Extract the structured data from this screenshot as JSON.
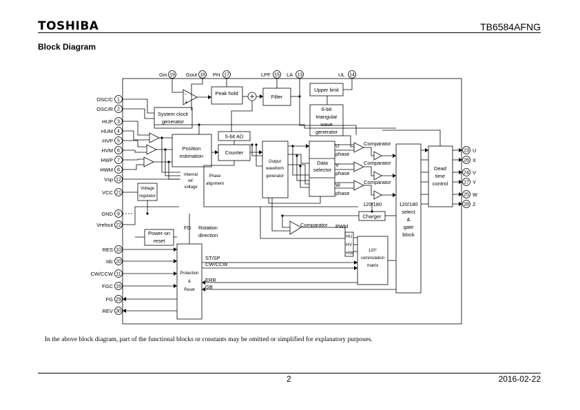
{
  "header": {
    "logo": "TOSHIBA",
    "part_number": "TB6584AFNG"
  },
  "section_title": "Block Diagram",
  "note": "In the above block diagram, part of the functional blocks or constants may be omitted or simplified for explanatory purposes.",
  "footer": {
    "page_number": "2",
    "date": "2016-02-22"
  },
  "diagram": {
    "top_pins": [
      {
        "label": "Gin",
        "num": "19"
      },
      {
        "label": "Gout",
        "num": "18"
      },
      {
        "label": "PH",
        "num": "17"
      },
      {
        "label": "LPF",
        "num": "15"
      },
      {
        "label": "LA",
        "num": "13"
      },
      {
        "label": "UL",
        "num": "14"
      }
    ],
    "left_pins": [
      {
        "label": "OSC/C",
        "num": "1"
      },
      {
        "label": "OSC/R",
        "num": "2"
      },
      {
        "label": "HUP",
        "num": "3"
      },
      {
        "label": "HUM",
        "num": "4"
      },
      {
        "label": "HVP",
        "num": "5"
      },
      {
        "label": "HVM",
        "num": "6"
      },
      {
        "label": "HWP",
        "num": "7"
      },
      {
        "label": "HWM",
        "num": "8"
      },
      {
        "label": "Vsp",
        "num": "12"
      },
      {
        "label": "VCC",
        "num": "21"
      },
      {
        "label": "GND",
        "num": "9"
      },
      {
        "label": "Vrefout",
        "num": "22"
      },
      {
        "label": "RES",
        "num": "10"
      },
      {
        "label": "Idc",
        "num": "20"
      },
      {
        "label": "CW/CCW",
        "num": "11"
      },
      {
        "label": "FGC",
        "num": "16"
      },
      {
        "label": "FG",
        "num": "29"
      },
      {
        "label": "REV",
        "num": "30"
      }
    ],
    "right_pins": [
      {
        "label": "U",
        "num": "23"
      },
      {
        "label": "X",
        "num": "26"
      },
      {
        "label": "V",
        "num": "24"
      },
      {
        "label": "Y",
        "num": "27"
      },
      {
        "label": "W",
        "num": "25"
      },
      {
        "label": "Z",
        "num": "28"
      }
    ],
    "blocks": {
      "peak_hold": "Peak hold",
      "filter": "Filter",
      "upper_limit": "Upper limit",
      "system_clock": [
        "System clock",
        "generator"
      ],
      "triangular_wave": [
        "6-bit",
        "triangular",
        "wave",
        "generator"
      ],
      "ad5": "5-bit AD",
      "counter": "Counter",
      "position_estimation": [
        "Position",
        "estimation"
      ],
      "output_waveform": [
        "Output",
        "waveform",
        "generator"
      ],
      "data_selector": [
        "Data",
        "selector"
      ],
      "phase_u": [
        "U",
        "phase"
      ],
      "phase_v": [
        "V",
        "phase"
      ],
      "phase_w": [
        "W",
        "phase"
      ],
      "comparator": "Comparator",
      "select_gate": [
        "120/180",
        "select",
        "&",
        "gate",
        "block"
      ],
      "dead_time": [
        "Dead",
        "time",
        "control"
      ],
      "voltage_regulator": [
        "Voltage",
        "regulator"
      ],
      "power_on_reset": [
        "Power-on",
        "reset"
      ],
      "protection_reset": [
        "Protection",
        "&",
        "Reset"
      ],
      "charger": "Charger",
      "commutation": [
        "120°",
        "commutation",
        "matrix"
      ]
    },
    "labels": {
      "internal_ref": [
        "Internal",
        "ref.",
        "voltage"
      ],
      "phase_alignment": [
        "Phase",
        "alignment"
      ],
      "fg": "FG",
      "rotation_direction": [
        "Rotation",
        "direction"
      ],
      "mode_120_180": "120/180",
      "pwm": "PWM",
      "hall_u": "HU",
      "hall_v": "HV",
      "hall_w": "HW",
      "st_sp": "ST/SP",
      "cw_ccw": "CW/CCW",
      "err": "ERR",
      "gb": "GB"
    }
  }
}
